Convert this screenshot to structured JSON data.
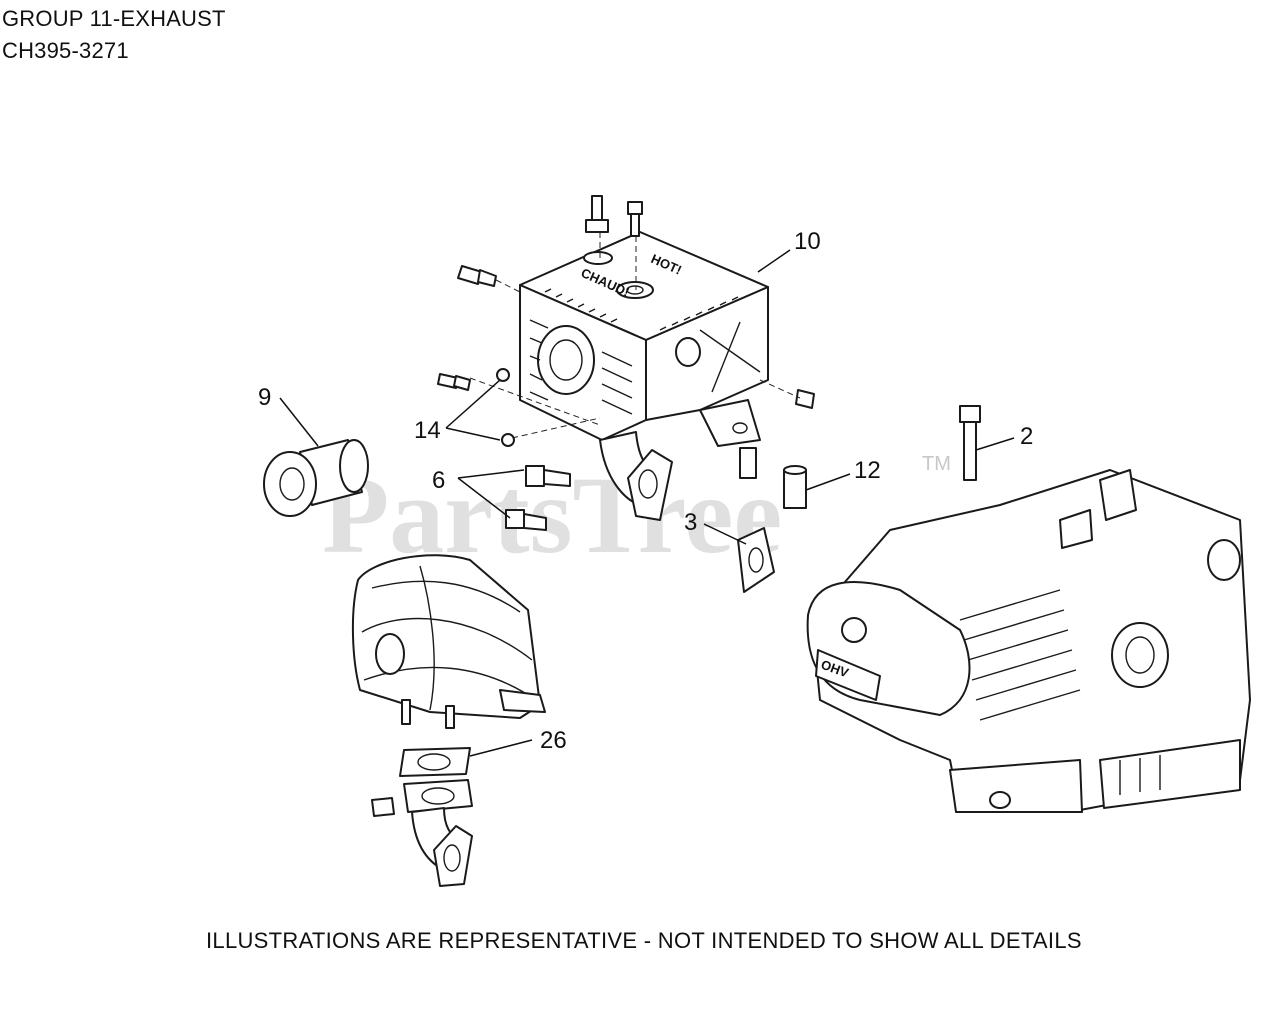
{
  "header": {
    "group_title": "GROUP 11-EXHAUST",
    "model": "CH395-3271"
  },
  "footer": {
    "note": "ILLUSTRATIONS ARE REPRESENTATIVE - NOT INTENDED TO SHOW ALL DETAILS"
  },
  "watermark": {
    "text": "PartsTree",
    "trademark": "TM"
  },
  "embossing": {
    "heat_shield_text_left": "CHAUD!",
    "heat_shield_text_right": "HOT!",
    "engine_badge": "OHV"
  },
  "callouts": {
    "c10": "10",
    "c9": "9",
    "c14": "14",
    "c6": "6",
    "c2": "2",
    "c12": "12",
    "c3": "3",
    "c26": "26"
  },
  "colors": {
    "line": "#1a1a1a",
    "watermark": "#c8c8c8",
    "background": "#ffffff"
  }
}
